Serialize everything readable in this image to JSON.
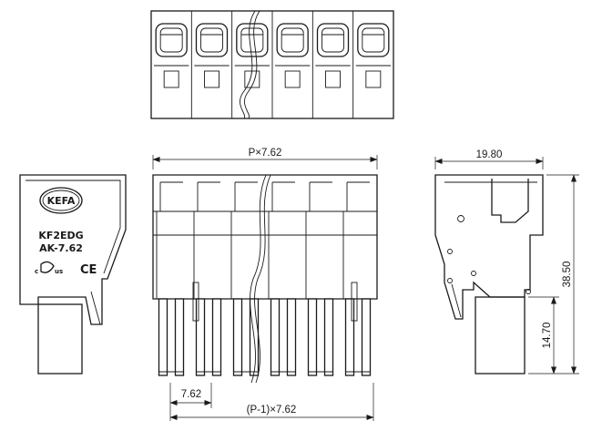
{
  "dimensions": {
    "length_label": "P×7.62",
    "width_label": "19.80",
    "height_label": "38.50",
    "pin_length_label": "14.70",
    "pitch_label": "7.62",
    "span_label": "(P-1)×7.62"
  },
  "side_label": {
    "brand": "KEFA",
    "model": "KF2EDG",
    "pitch": "AK-7.62",
    "cert_mark": "c UR us",
    "ce_mark": "CE"
  },
  "top_view": {
    "terminal_count": 6
  },
  "front_view": {
    "pin_count": 6
  },
  "colors": {
    "line": "#1a1a1a",
    "background": "#ffffff"
  }
}
